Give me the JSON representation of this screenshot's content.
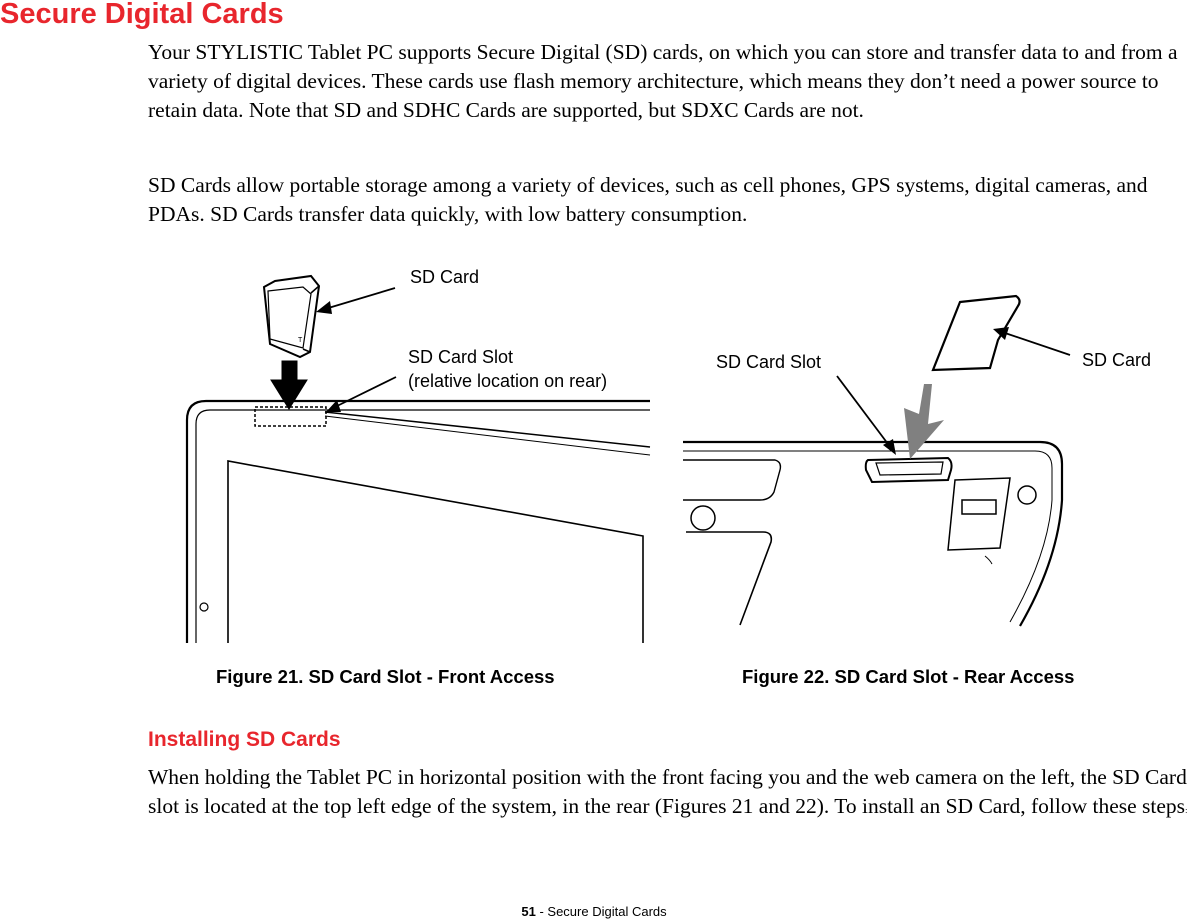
{
  "heading": "Secure Digital Cards",
  "paragraphs": {
    "p1": "Your STYLISTIC Tablet PC supports Secure Digital (SD) cards, on which you can store and transfer data to and from a variety of digital devices. These cards use flash memory architecture, which means they don’t need a power source to retain data. Note that SD and SDHC Cards are supported, but SDXC Cards are not.",
    "p2": "SD Cards allow portable storage among a variety of devices, such as cell phones, GPS systems, digital cameras, and PDAs. SD Cards transfer data quickly, with low battery consumption.",
    "p3": "When holding the Tablet PC in horizontal position with the front facing you and the web camera on the left, the SD Card slot is located at the top left edge of the system, in the rear (Figures 21 and 22). To install an SD Card, follow these steps",
    "p3_end": ":"
  },
  "figure_front": {
    "label_card": "SD Card",
    "label_slot": "SD Card Slot",
    "label_slot_note": "(relative location on rear)",
    "caption": "Figure 21.  SD Card Slot - Front Access"
  },
  "figure_rear": {
    "label_slot": "SD Card Slot",
    "label_card": "SD Card",
    "caption": "Figure 22.  SD Card Slot - Rear Access"
  },
  "subheading": "Installing SD Cards",
  "footer": {
    "page_number": "51",
    "separator": " - ",
    "section": "Secure Digital Cards"
  }
}
